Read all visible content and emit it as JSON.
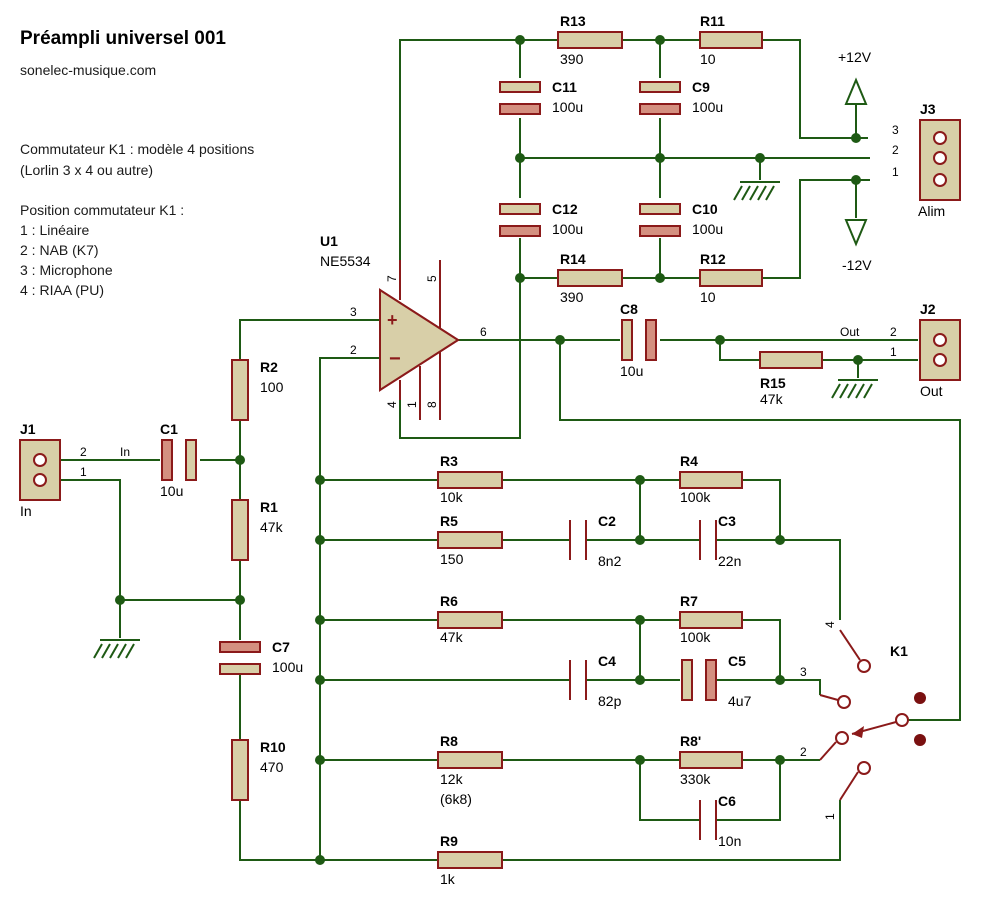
{
  "title": "Préampli universel 001",
  "website": "sonelec-musique.com",
  "notes": [
    "Commutateur K1 : modèle 4 positions",
    "(Lorlin 3 x 4 ou autre)",
    "",
    "Position commutateur K1 :",
    "1 : Linéaire",
    "2 : NAB (K7)",
    "3 : Microphone",
    "4 : RIAA (PU)"
  ],
  "opamp": {
    "ref": "U1",
    "part": "NE5534",
    "pins": [
      "3",
      "2",
      "6",
      "7",
      "5",
      "4",
      "1",
      "8"
    ]
  },
  "resistors": [
    {
      "ref": "R13",
      "value": "390"
    },
    {
      "ref": "R11",
      "value": "10"
    },
    {
      "ref": "R14",
      "value": "390"
    },
    {
      "ref": "R12",
      "value": "10"
    },
    {
      "ref": "R2",
      "value": "100"
    },
    {
      "ref": "R1",
      "value": "47k"
    },
    {
      "ref": "R10",
      "value": "470"
    },
    {
      "ref": "R15",
      "value": "47k"
    },
    {
      "ref": "R3",
      "value": "10k"
    },
    {
      "ref": "R4",
      "value": "100k"
    },
    {
      "ref": "R5",
      "value": "150"
    },
    {
      "ref": "R6",
      "value": "47k"
    },
    {
      "ref": "R7",
      "value": "100k"
    },
    {
      "ref": "R8",
      "value": "12k",
      "note": "(6k8)"
    },
    {
      "ref": "R8'",
      "value": "330k"
    },
    {
      "ref": "R9",
      "value": "1k"
    }
  ],
  "capacitors": [
    {
      "ref": "C11",
      "value": "100u"
    },
    {
      "ref": "C9",
      "value": "100u"
    },
    {
      "ref": "C12",
      "value": "100u"
    },
    {
      "ref": "C10",
      "value": "100u"
    },
    {
      "ref": "C8",
      "value": "10u"
    },
    {
      "ref": "C1",
      "value": "10u"
    },
    {
      "ref": "C7",
      "value": "100u"
    },
    {
      "ref": "C2",
      "value": "8n2"
    },
    {
      "ref": "C3",
      "value": "22n"
    },
    {
      "ref": "C4",
      "value": "82p"
    },
    {
      "ref": "C5",
      "value": "4u7"
    },
    {
      "ref": "C6",
      "value": "10n"
    }
  ],
  "connectors": [
    {
      "ref": "J1",
      "label": "In",
      "pins": [
        "2",
        "1"
      ],
      "net": "In"
    },
    {
      "ref": "J2",
      "label": "Out",
      "pins": [
        "2",
        "1"
      ],
      "net": "Out"
    },
    {
      "ref": "J3",
      "label": "Alim",
      "pins": [
        "3",
        "2",
        "1"
      ]
    }
  ],
  "supplies": {
    "positive": "+12V",
    "negative": "-12V"
  },
  "switch": {
    "ref": "K1",
    "positions": [
      "4",
      "3",
      "2",
      "1"
    ]
  }
}
